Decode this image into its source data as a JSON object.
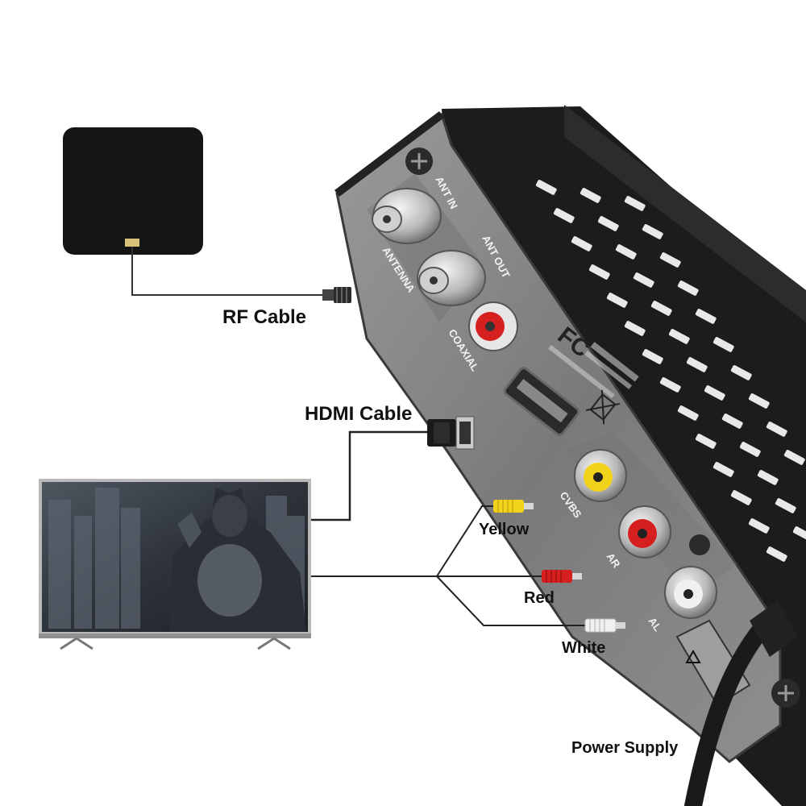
{
  "labels": {
    "rf_cable": "RF Cable",
    "hdmi_cable": "HDMI Cable",
    "yellow": "Yellow",
    "red": "Red",
    "white": "White",
    "power_supply": "Power Supply"
  },
  "panel": {
    "ant_in": "ANT IN",
    "ant_out": "ANT OUT",
    "antenna": "ANTENNA",
    "coaxial": "COAXIAL",
    "cvbs": "CVBS",
    "ar": "AR",
    "al": "AL",
    "fc_mark": "FC"
  },
  "colors": {
    "yellow_plug": "#f2d21a",
    "red_plug": "#d62020",
    "white_plug": "#f0f0f0",
    "box_body": "#1c1c1c",
    "panel_metal": "#8a8a8a"
  }
}
